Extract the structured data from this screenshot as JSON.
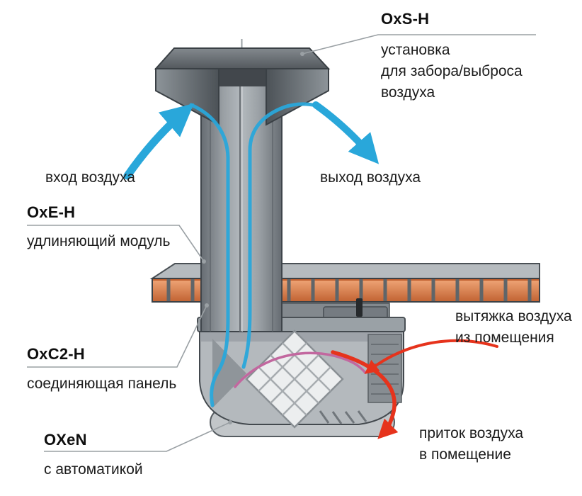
{
  "labels": {
    "oxs_h": {
      "code": "OxS-H",
      "desc_lines": [
        "установка",
        "для забора/выброса",
        "воздуха"
      ]
    },
    "air_inlet": "вход воздуха",
    "air_outlet": "выход воздуха",
    "oxe_h": {
      "code": "OxE-H",
      "desc": "удлиняющий модуль"
    },
    "oxc2_h": {
      "code": "OxC2-H",
      "desc": "соединяющая панель"
    },
    "oxen": {
      "code": "OXeN",
      "desc": "с автоматикой"
    },
    "extract": {
      "line1": "вытяжка воздуха",
      "line2": "из помещения"
    },
    "supply": {
      "line1": "приток воздуха",
      "line2": "в помещение"
    }
  },
  "colors": {
    "flow_cold": "#29a7da",
    "flow_warm": "#e6331c",
    "flow_mixed": "#c2679f",
    "brick": "#d97a45",
    "metal_dark": "#555b60",
    "metal_mid": "#8f959a",
    "leader": "#9aa0a4"
  }
}
